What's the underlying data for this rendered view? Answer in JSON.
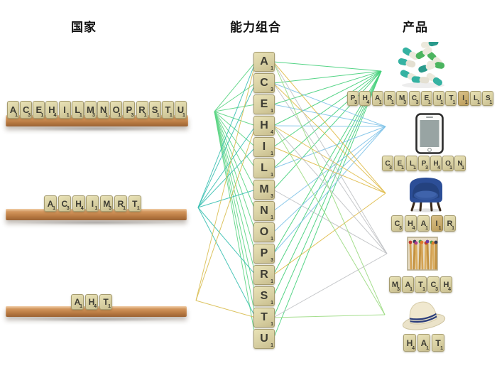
{
  "headers": {
    "countries": "国家",
    "capabilities": "能力组合",
    "products": "产品"
  },
  "letter_values": {
    "A": 1,
    "C": 3,
    "E": 1,
    "H": 4,
    "I": 1,
    "L": 1,
    "M": 3,
    "N": 1,
    "O": 1,
    "P": 3,
    "R": 1,
    "S": 1,
    "T": 1,
    "U": 1
  },
  "capability_column": {
    "letters": [
      "A",
      "C",
      "E",
      "H",
      "I",
      "L",
      "M",
      "N",
      "O",
      "P",
      "R",
      "S",
      "T",
      "U"
    ]
  },
  "countries": [
    {
      "id": "country-1",
      "letters": [
        "A",
        "C",
        "E",
        "H",
        "I",
        "L",
        "M",
        "N",
        "O",
        "P",
        "R",
        "S",
        "T",
        "U"
      ],
      "line_color": "#5cd584"
    },
    {
      "id": "country-2",
      "letters": [
        "A",
        "C",
        "H",
        "I",
        "M",
        "R",
        "T"
      ],
      "line_color": "#3ac0b2"
    },
    {
      "id": "country-3",
      "letters": [
        "A",
        "H",
        "T"
      ],
      "line_color": "#d9bd50"
    }
  ],
  "products": [
    {
      "id": "pharmaceuticals",
      "word": "PHARMCEUTILS",
      "line_color": "#43d07a",
      "icon": "pills-icon",
      "shaded_indices": [
        9
      ]
    },
    {
      "id": "cellphone",
      "word": "CELPHON",
      "line_color": "#7fc3e8",
      "icon": "smartphone-icon",
      "shaded_indices": []
    },
    {
      "id": "chair",
      "word": "CHAIR",
      "line_color": "#e0bc4a",
      "icon": "armchair-icon",
      "shaded_indices": [
        3
      ]
    },
    {
      "id": "match",
      "word": "MATCH",
      "line_color": "#bfc1c4",
      "icon": "matchbox-icon",
      "shaded_indices": []
    },
    {
      "id": "hat",
      "word": "HAT",
      "line_color": "#9cdb82",
      "icon": "straw-hat-icon",
      "shaded_indices": []
    }
  ]
}
